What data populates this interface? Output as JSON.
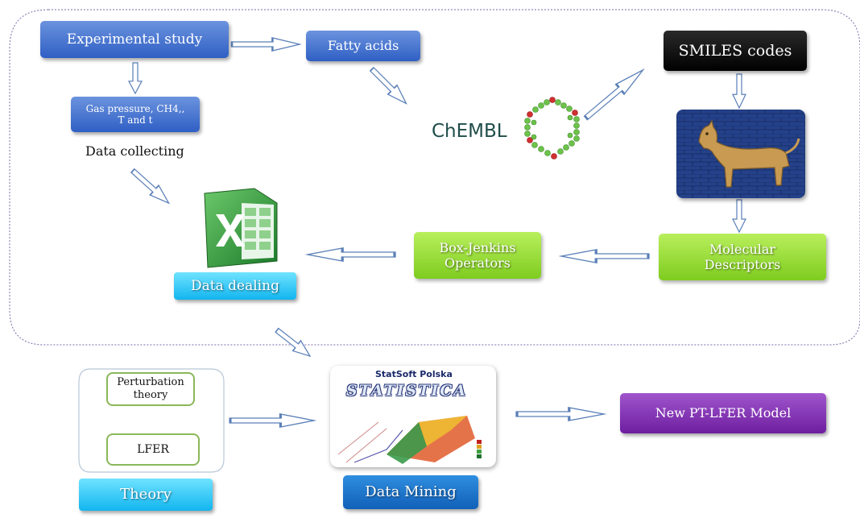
{
  "nodes": {
    "experimental_study": "Experimental study",
    "fatty_acids": "Fatty acids",
    "gas_pressure_line1": "Gas pressure, CH4,,",
    "gas_pressure_line2": "T and t",
    "data_collecting": "Data collecting",
    "chembl": "ChEMBL",
    "smiles_codes": "SMILES codes",
    "molecular_descriptors_line1": "Molecular",
    "molecular_descriptors_line2": "Descriptors",
    "box_jenkins_line1": "Box-Jenkins",
    "box_jenkins_line2": "Operators",
    "data_dealing": "Data dealing",
    "perturbation_line1": "Perturbation",
    "perturbation_line2": "theory",
    "lfer": "LFER",
    "theory": "Theory",
    "data_mining": "Data Mining",
    "statsoft": "StatSoft Polska",
    "statistica": "STATISTICA",
    "new_model": "New PT-LFER Model"
  },
  "colors": {
    "blue_box": "#2f5fc4",
    "green_box": "#7fcc1f",
    "cyan_box": "#12b5ef",
    "purple_box": "#6e1ea0",
    "arrow_outline": "#5a7fb8",
    "dashed_border": "#7a6aa8"
  },
  "icons": [
    "excel-logo-icon",
    "chembl-molecule-icon",
    "babylon-dragon-image",
    "statistica-chart-image"
  ]
}
